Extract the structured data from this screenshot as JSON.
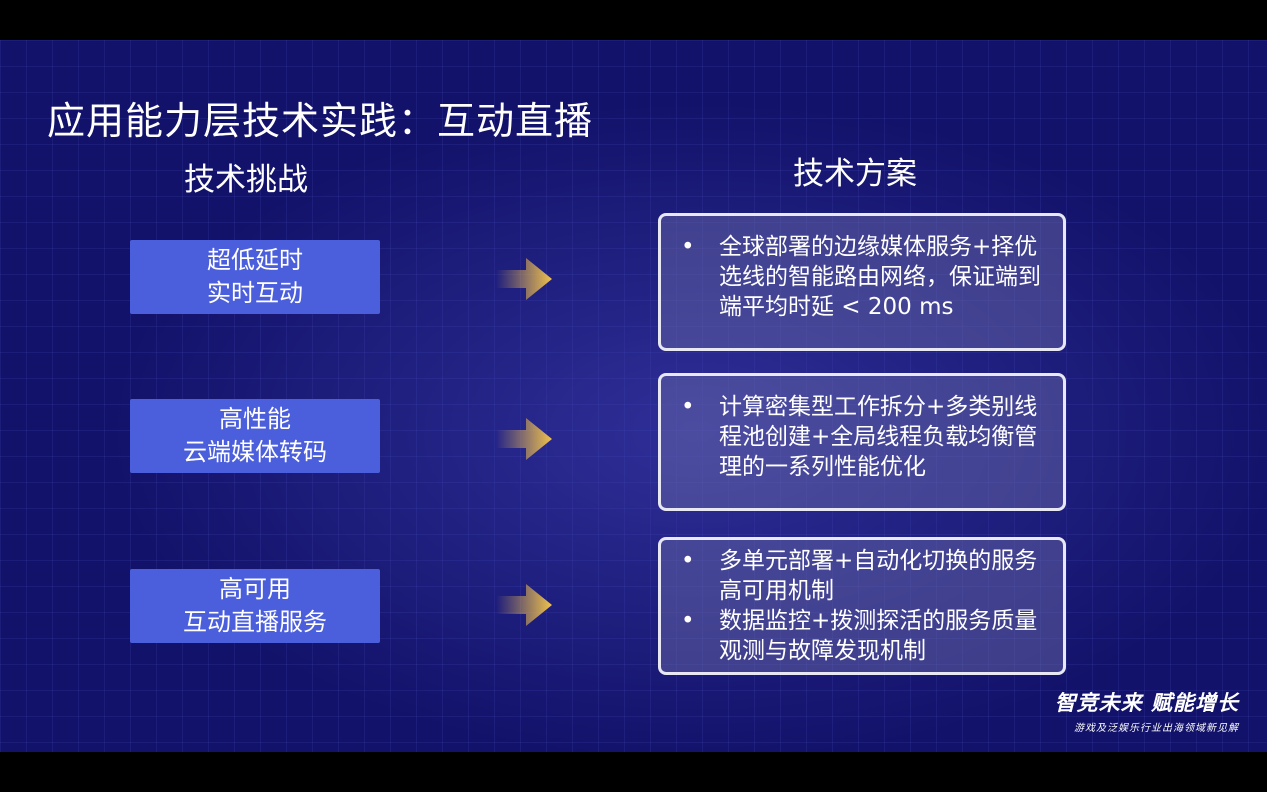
{
  "title": "应用能力层技术实践：互动直播",
  "headers": {
    "challenges": "技术挑战",
    "solutions": "技术方案"
  },
  "rows": [
    {
      "challenge": [
        "超低延时",
        "实时互动"
      ],
      "solutions": [
        "全球部署的边缘媒体服务+择优选线的智能路由网络，保证端到端平均时延 < 200 ms"
      ]
    },
    {
      "challenge": [
        "高性能",
        "云端媒体转码"
      ],
      "solutions": [
        "计算密集型工作拆分+多类别线程池创建+全局线程负载均衡管理的一系列性能优化"
      ]
    },
    {
      "challenge": [
        "高可用",
        "互动直播服务"
      ],
      "solutions": [
        "多单元部署+自动化切换的服务高可用机制",
        "数据监控+拨测探活的服务质量观测与故障发现机制"
      ]
    }
  ],
  "bullet_symbol": "•",
  "brand": {
    "main": "智竞未来 赋能增长",
    "sub": "游戏及泛娱乐行业出海领域新见解"
  }
}
